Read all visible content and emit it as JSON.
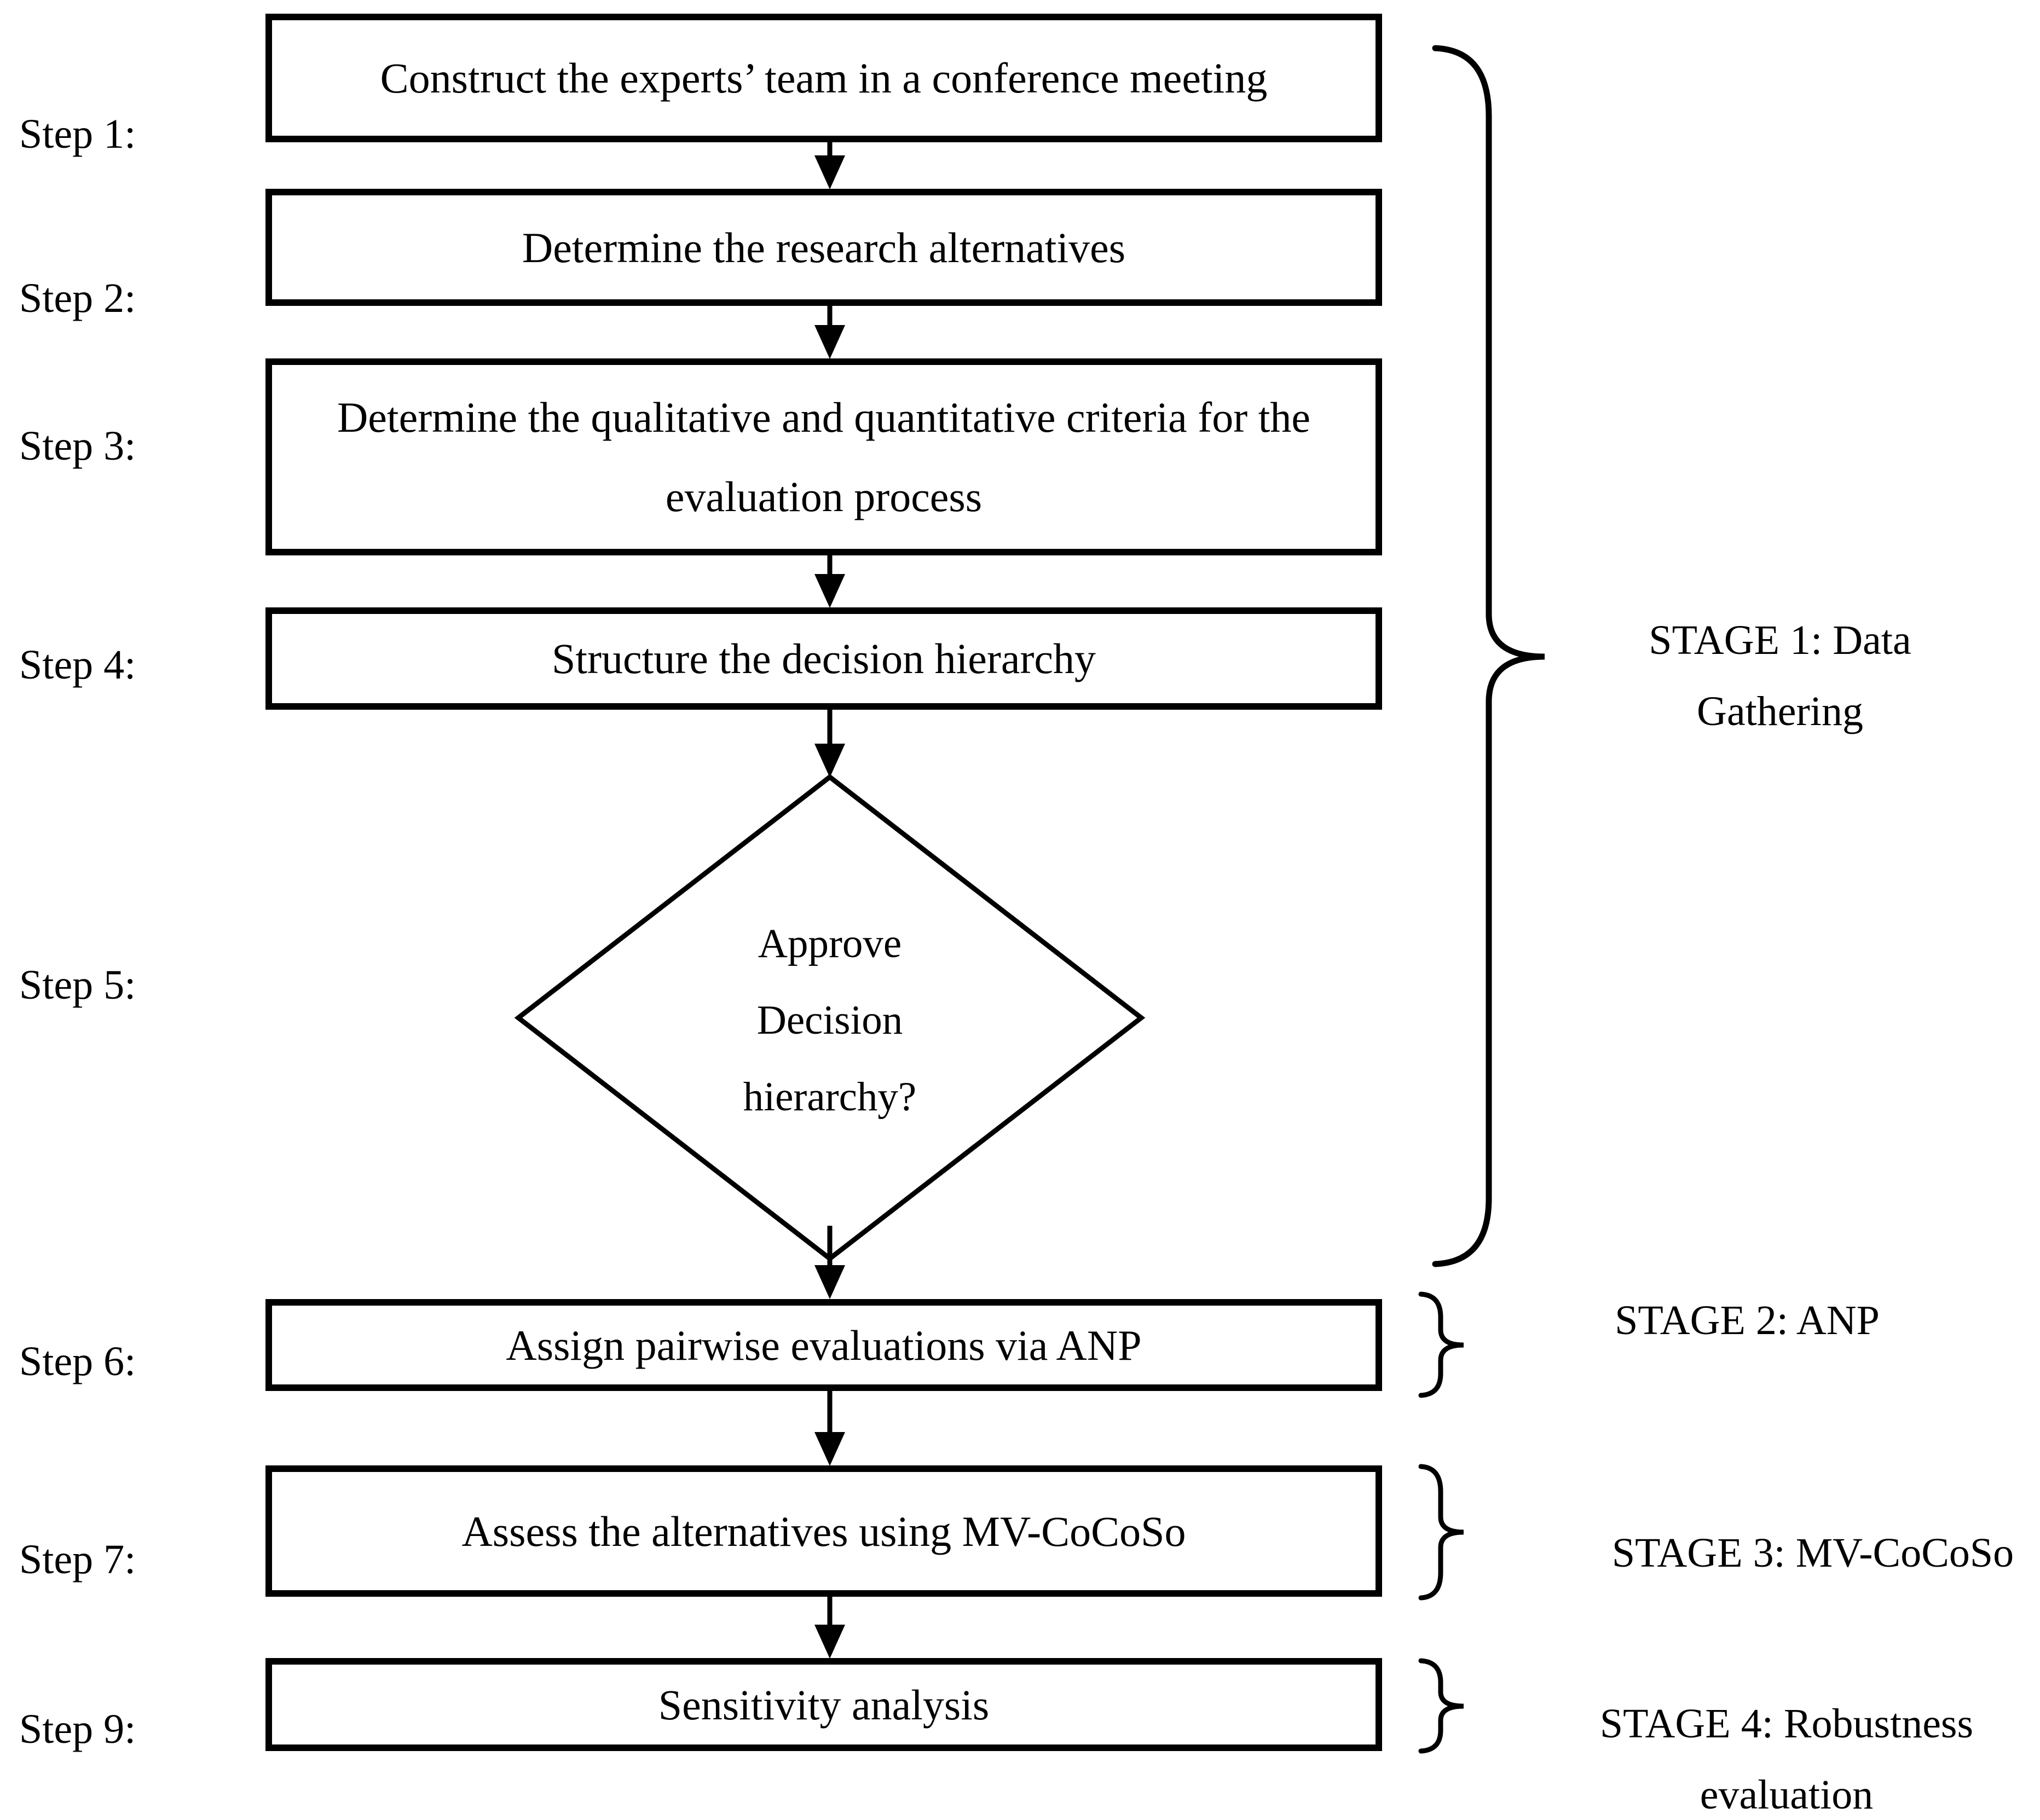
{
  "figure": {
    "description": "Flowchart of a multi-stage decision methodology",
    "background_color": "#ffffff",
    "ink_color": "#000000"
  },
  "steps": [
    {
      "label": "Step 1:"
    },
    {
      "label": "Step 2:"
    },
    {
      "label": "Step 3:"
    },
    {
      "label": "Step 4:"
    },
    {
      "label": "Step 5:"
    },
    {
      "label": "Step 6:"
    },
    {
      "label": "Step 7:"
    },
    {
      "label": "Step 9:"
    }
  ],
  "process_boxes": {
    "box1": "Construct the experts’ team in a conference meeting",
    "box2": "Determine the research alternatives",
    "box3_line1": "Determine the qualitative and quantitative criteria for the",
    "box3_line2": "evaluation process",
    "box4": "Structure the decision hierarchy",
    "box6": "Assign pairwise evaluations via ANP",
    "box7": "Assess the alternatives using MV-CoCoSo",
    "box9": "Sensitivity analysis"
  },
  "decision_diamond": {
    "line1": "Approve",
    "line2": "Decision",
    "line3": "hierarchy?"
  },
  "stage_labels": {
    "stage1_line1": "STAGE 1: Data",
    "stage1_line2": "Gathering",
    "stage2": "STAGE 2: ANP",
    "stage3": "STAGE 3: MV-CoCoSo",
    "stage4_line1": "STAGE 4: Robustness",
    "stage4_line2": "evaluation"
  }
}
